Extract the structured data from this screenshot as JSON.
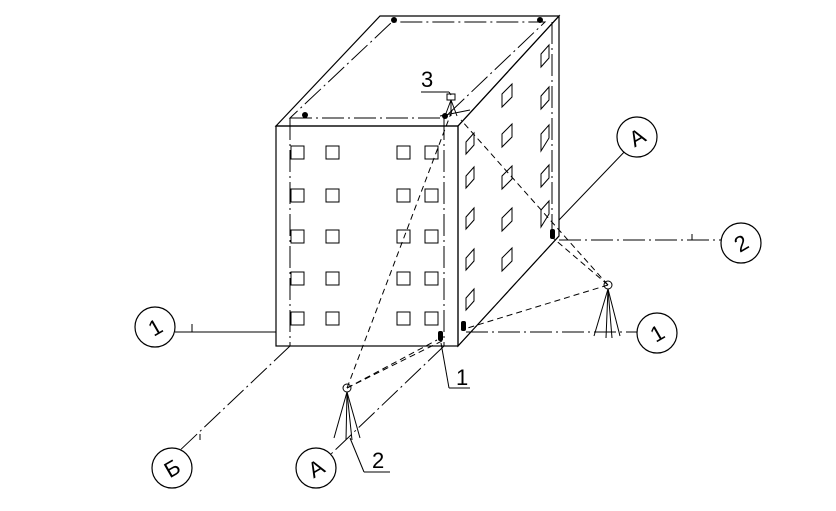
{
  "axis_labels": {
    "axis_1_left": "1",
    "axis_1_right": "1",
    "axis_2": "2",
    "axis_A_upper": "А",
    "axis_A_lower": "А",
    "axis_B": "Б"
  },
  "callouts": {
    "item_1": "1",
    "item_2": "2",
    "item_3": "3"
  }
}
